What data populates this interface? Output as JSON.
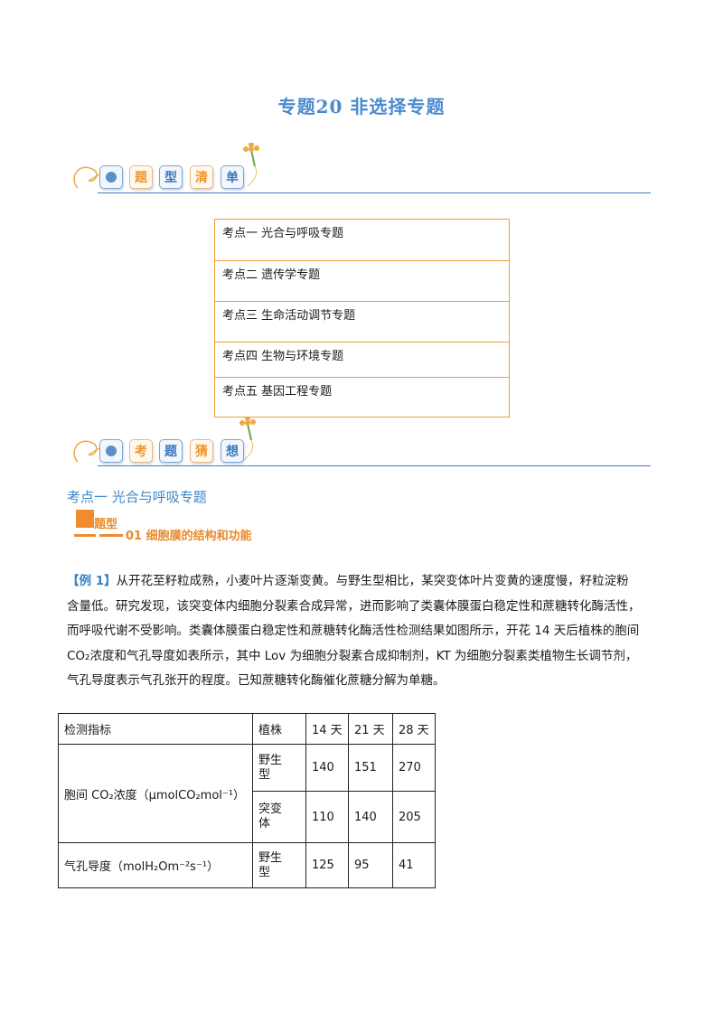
{
  "title": "专题20  非选择专题",
  "banner1": {
    "chars": [
      "题",
      "型",
      "清",
      "单"
    ]
  },
  "topics": [
    "考点一  光合与呼吸专题",
    "考点二  遗传学专题",
    "考点三  生命活动调节专题",
    "考点四  生物与环境专题",
    "考点五  基因工程专题"
  ],
  "banner2": {
    "chars": [
      "考",
      "题",
      "猜",
      "想"
    ]
  },
  "section_title": "考点一  光合与呼吸专题",
  "type_label": "题型",
  "type_title": "01  细胞膜的结构和功能",
  "example": {
    "tag": "【例 1】",
    "lines": [
      "从开花至籽粒成熟，小麦叶片逐渐变黄。与野生型相比，某突变体叶片变黄的速度慢，籽粒淀粉",
      "含量低。研究发现，该突变体内细胞分裂素合成异常，进而影响了类囊体膜蛋白稳定性和蔗糖转化酶活性，",
      "而呼吸代谢不受影响。类囊体膜蛋白稳定性和蔗糖转化酶活性检测结果如图所示，开花 14 天后植株的胞间",
      "CO₂浓度和气孔导度如表所示，其中 Lov 为细胞分裂素合成抑制剂，KT 为细胞分裂素类植物生长调节剂，",
      "气孔导度表示气孔张开的程度。已知蔗糖转化酶催化蔗糖分解为单糖。"
    ]
  },
  "table": {
    "headers": [
      "检测指标",
      "植株",
      "14 天",
      "21 天",
      "28 天"
    ],
    "metric1": "胞间 CO₂浓度（μmolCO₂mol⁻¹）",
    "metric2": "气孔导度（molH₂Om⁻²s⁻¹）",
    "rows": [
      {
        "plant": "野生型",
        "v14": "140",
        "v21": "151",
        "v28": "270"
      },
      {
        "plant": "突变体",
        "v14": "110",
        "v21": "140",
        "v28": "205"
      },
      {
        "plant": "野生型",
        "v14": "125",
        "v21": "95",
        "v28": "41"
      }
    ]
  }
}
